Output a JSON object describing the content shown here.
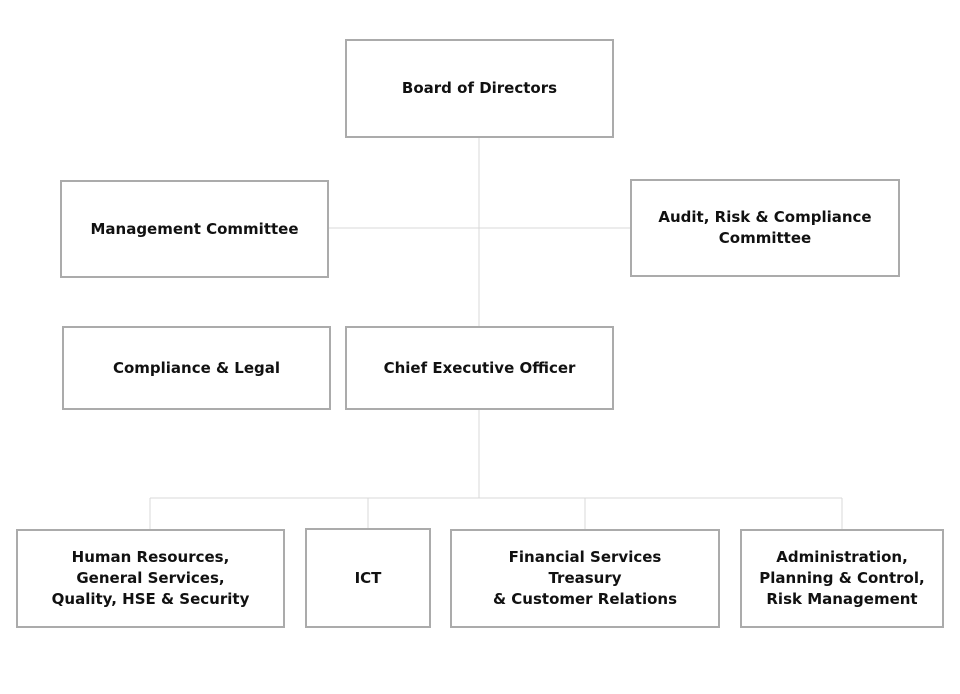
{
  "org_chart": {
    "board": "Board of Directors",
    "management_committee": "Management Committee",
    "audit_committee": "Audit, Risk & Compliance\nCommittee",
    "compliance_legal": "Compliance & Legal",
    "ceo": "Chief Executive Officer",
    "departments": [
      "Human Resources,\nGeneral Services,\nQuality, HSE & Security",
      "ICT",
      "Financial Services\nTreasury\n& Customer Relations",
      "Administration,\nPlanning & Control,\nRisk Management"
    ]
  },
  "colors": {
    "box_border": "#ababab",
    "connector": "#d9d9d9",
    "text": "#111111"
  }
}
